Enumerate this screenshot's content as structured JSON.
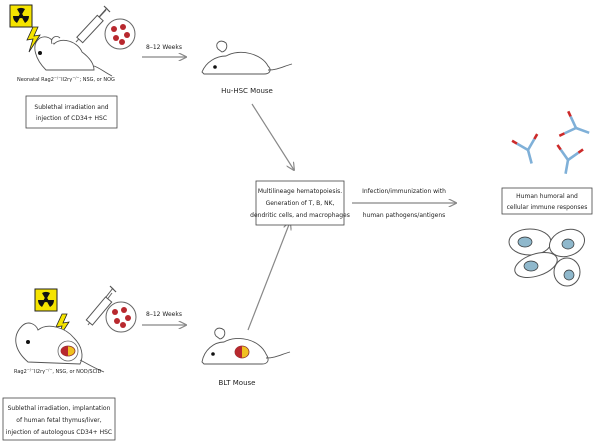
{
  "top_panel": {
    "strain_prefix": "Neonatal Rag2",
    "strain_sup1": "−/−",
    "strain_mid": "Il2rγ",
    "strain_sup2": "−/−",
    "strain_suffix": "; NSG, or NOG",
    "procedure_line1": "Sublethal irradiation and",
    "procedure_line2": "injection of CD34+ HSC",
    "duration": "8–12 Weeks",
    "result_label": "Hu-HSC Mouse"
  },
  "bottom_panel": {
    "strain_prefix": "Rag2",
    "strain_sup1": "−/−",
    "strain_mid": "Il2rγ",
    "strain_sup2": "−/−",
    "strain_suffix": ", NSG, or NOD/SCID",
    "procedure_line1": "Sublethal irradiation, implantation",
    "procedure_line2": "of human fetal thymus/liver,",
    "procedure_line3": "injection of autologous CD34+ HSC",
    "duration": "8–12 Weeks",
    "result_label": "BLT Mouse"
  },
  "center": {
    "line1": "Multilineage hematopoiesis.",
    "line2": "Generation of T, B, NK,",
    "line3": "dendritic cells, and macrophages"
  },
  "infection": {
    "line1": "Infection/immunization with",
    "line2": "human pathogens/antigens"
  },
  "response": {
    "line1": "Human humoral and",
    "line2": "cellular immune responses"
  },
  "colors": {
    "radiation_yellow": "#f5e400",
    "cell_red": "#b8282e",
    "antibody_blue": "#7fb0d8",
    "antibody_red": "#cc2a2a",
    "tissue_yellow": "#f0c020",
    "cell_blue": "#8fb8cc"
  }
}
